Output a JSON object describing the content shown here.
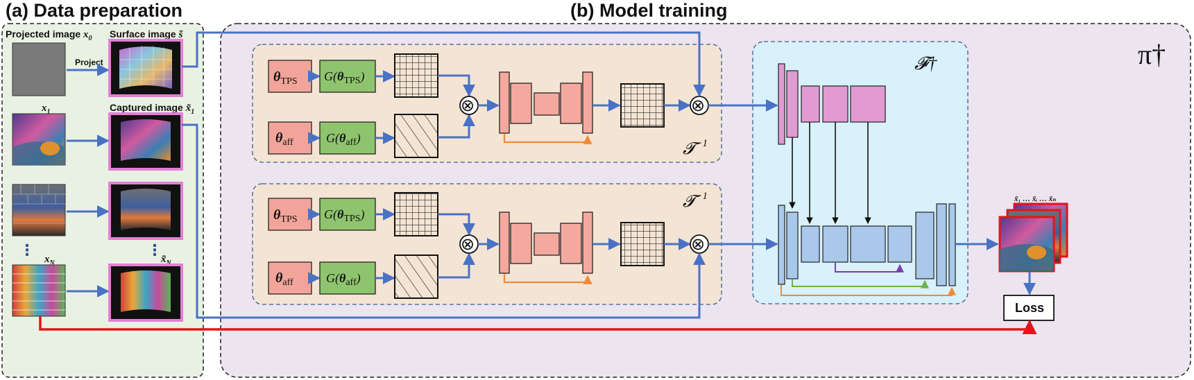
{
  "titles": {
    "data_prep": "(a) Data preparation",
    "model_training": "(b) Model training"
  },
  "data_prep": {
    "projected_label": "Projected image",
    "projected_var": "x",
    "projected_sub": "0",
    "project_arrow": "Project",
    "surface_label": "Surface image",
    "surface_var": "s̃",
    "captured_label": "Captured image",
    "captured_var": "x̃",
    "captured_sub": "1",
    "x1_var": "x",
    "x1_sub": "1",
    "xN_var": "x",
    "xN_sub": "N",
    "xtN_var": "x̃",
    "xtN_sub": "N",
    "dots": "⋮"
  },
  "model": {
    "pi_label": "π†",
    "F_label": "𝓕†",
    "T_label": "𝓣",
    "T_sup": "−1",
    "theta": "θ",
    "tps": "TPS",
    "aff": "aff",
    "G": "G",
    "otimes": "⊗",
    "output_label": "x̃₁ … x̃ᵢ … x̃ₙ",
    "loss": "Loss"
  },
  "colors": {
    "pink_border": "#e37fd6",
    "blue_arrow": "#4a72c4",
    "red_arrow": "#e3141a",
    "orange_skip": "#ef8a3a",
    "green_skip": "#6ab54a",
    "purple_skip": "#7b3fa8",
    "theta_fill": "#f2a49a",
    "G_fill": "#8fc46e",
    "salmon_block": "#f4a99f",
    "magenta_block": "#e19bd2",
    "blue_block": "#a9c8ea",
    "F_bg": "#d8f1fb",
    "T_bg": "#f4e4d4",
    "pi_bg": "#ece4ef",
    "prep_bg": "#e9f2e2"
  }
}
